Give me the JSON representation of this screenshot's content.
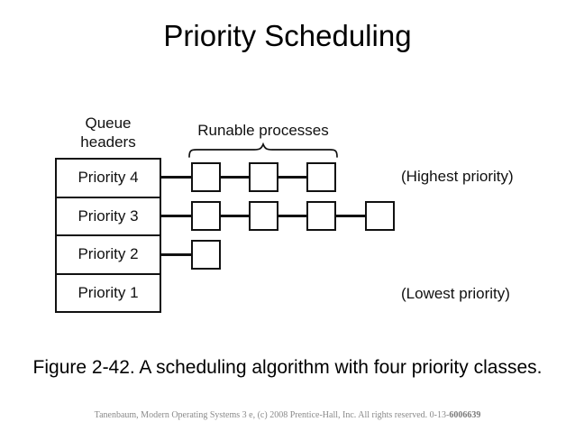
{
  "title": "Priority Scheduling",
  "diagram": {
    "queue_headers_label_line1": "Queue",
    "queue_headers_label_line2": "headers",
    "runnable_label": "Runable processes",
    "rows": [
      {
        "label": "Priority 4",
        "process_count": 3,
        "annotation": "(Highest priority)"
      },
      {
        "label": "Priority 3",
        "process_count": 4,
        "annotation": ""
      },
      {
        "label": "Priority 2",
        "process_count": 1,
        "annotation": ""
      },
      {
        "label": "Priority 1",
        "process_count": 0,
        "annotation": "(Lowest priority)"
      }
    ]
  },
  "caption": "Figure 2-42. A scheduling algorithm with four priority classes.",
  "footer": {
    "text": "Tanenbaum, Modern Operating Systems 3 e, (c) 2008 Prentice-Hall, Inc. All rights reserved. 0-13-",
    "bold_suffix": "6006639"
  },
  "colors": {
    "title": "#FF0000",
    "diagram_stroke": "#111111",
    "footer_text": "#8a8a8a",
    "background": "#ffffff"
  }
}
